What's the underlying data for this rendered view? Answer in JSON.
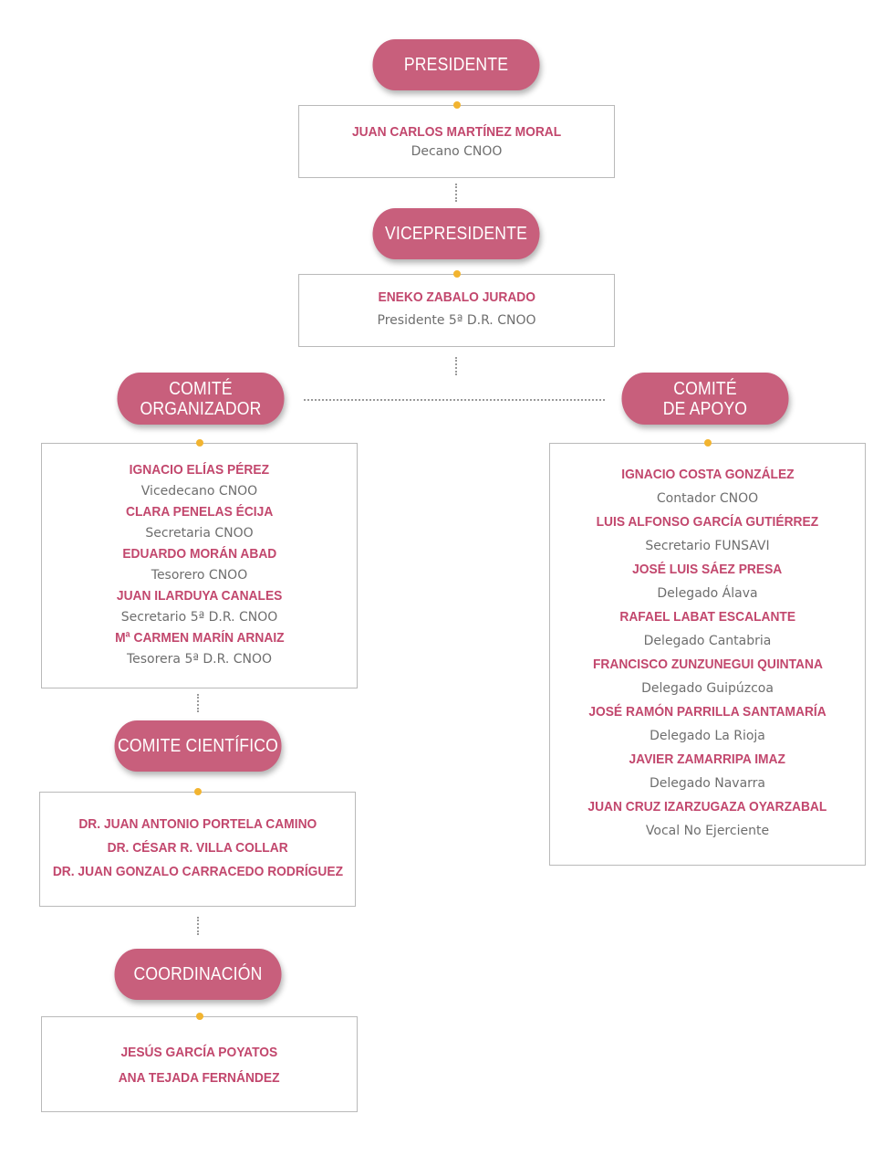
{
  "presidente": {
    "title": "PRESIDENTE",
    "members": [
      {
        "name": "JUAN CARLOS MARTÍNEZ MORAL",
        "role": "Decano CNOO"
      }
    ]
  },
  "vicepresidente": {
    "title": "VICEPRESIDENTE",
    "members": [
      {
        "name": "ENEKO ZABALO JURADO",
        "role": "Presidente 5ª D.R. CNOO"
      }
    ]
  },
  "comite_organizador": {
    "title_line1": "COMITÉ",
    "title_line2": "ORGANIZADOR",
    "members": [
      {
        "name": "IGNACIO ELÍAS PÉREZ",
        "role": "Vicedecano CNOO"
      },
      {
        "name": "CLARA PENELAS ÉCIJA",
        "role": "Secretaria CNOO"
      },
      {
        "name": "EDUARDO MORÁN ABAD",
        "role": "Tesorero CNOO"
      },
      {
        "name": "JUAN ILARDUYA CANALES",
        "role": "Secretario 5ª D.R. CNOO"
      },
      {
        "name": "Mª CARMEN MARÍN ARNAIZ",
        "role": "Tesorera 5ª D.R. CNOO"
      }
    ]
  },
  "comite_apoyo": {
    "title_line1": "COMITÉ",
    "title_line2": "DE APOYO",
    "members": [
      {
        "name": "IGNACIO COSTA GONZÁLEZ",
        "role": "Contador CNOO"
      },
      {
        "name": "LUIS ALFONSO GARCÍA GUTIÉRREZ",
        "role": "Secretario FUNSAVI"
      },
      {
        "name": "JOSÉ LUIS SÁEZ PRESA",
        "role": "Delegado Álava"
      },
      {
        "name": "RAFAEL LABAT ESCALANTE",
        "role": "Delegado Cantabria"
      },
      {
        "name": "FRANCISCO ZUNZUNEGUI QUINTANA",
        "role": "Delegado Guipúzcoa"
      },
      {
        "name": "JOSÉ RAMÓN PARRILLA SANTAMARÍA",
        "role": "Delegado La Rioja"
      },
      {
        "name": "JAVIER ZAMARRIPA IMAZ",
        "role": "Delegado Navarra"
      },
      {
        "name": "JUAN CRUZ IZARZUGAZA OYARZABAL",
        "role": "Vocal No Ejerciente"
      }
    ]
  },
  "comite_cientifico": {
    "title": "COMITE CIENTÍFICO",
    "members": [
      "DR. JUAN ANTONIO PORTELA CAMINO",
      "DR. CÉSAR R. VILLA COLLAR",
      "DR. JUAN GONZALO CARRACEDO RODRÍGUEZ"
    ]
  },
  "coordinacion": {
    "title": "COORDINACIÓN",
    "members": [
      "JESÚS GARCÍA POYATOS",
      "ANA TEJADA FERNÁNDEZ"
    ]
  },
  "colors": {
    "pill": "#c85f7c",
    "name": "#c2476d",
    "role": "#6e6e6e",
    "dot": "#f2b430",
    "border": "#b9b9b9"
  }
}
